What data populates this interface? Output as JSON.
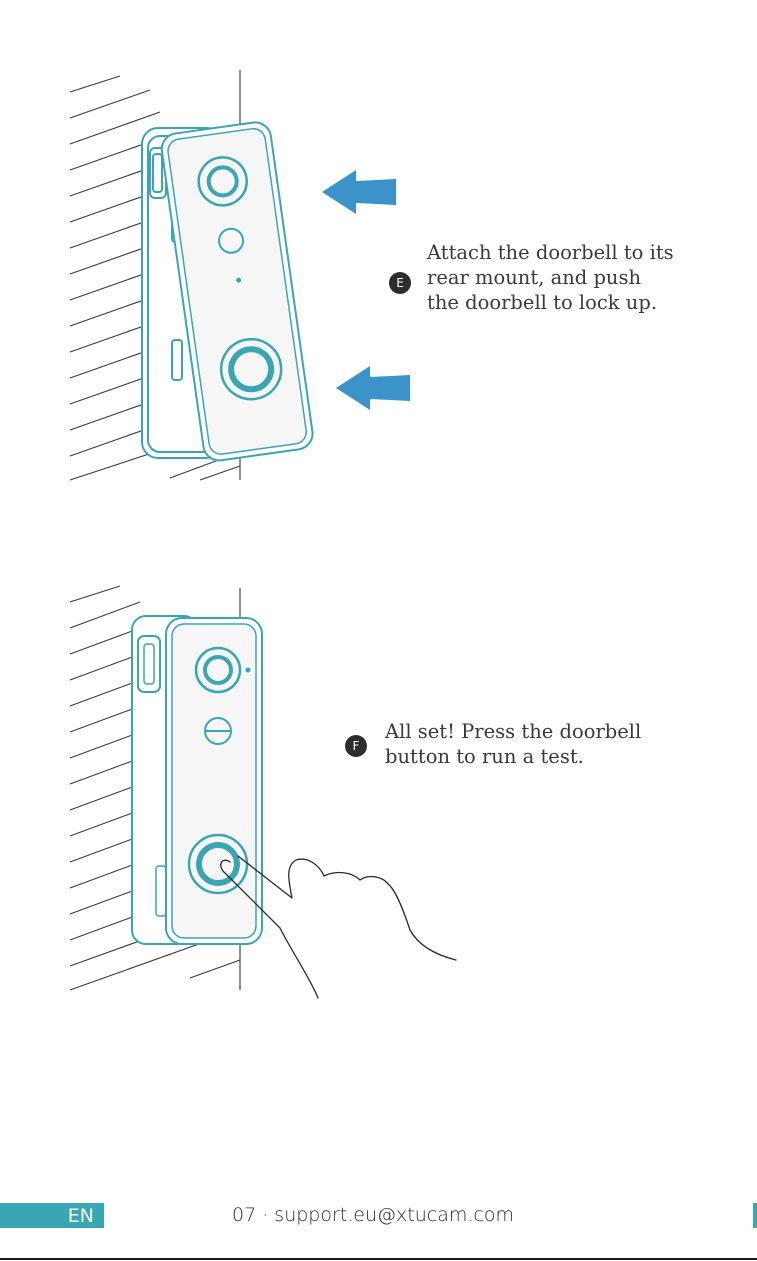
{
  "steps": [
    {
      "badge": "E",
      "lines": [
        "Attach the doorbell to its",
        "rear mount, and push",
        "the doorbell to lock up."
      ]
    },
    {
      "badge": "F",
      "lines": [
        "All set! Press the doorbell",
        "button to run a test."
      ]
    }
  ],
  "footer": {
    "language": "EN",
    "page_text": "07 · support.eu@xtucam.com"
  },
  "colors": {
    "accent": "#3aa6b3",
    "arrow": "#3b93c9",
    "badge": "#2d2d2d",
    "text": "#3a3a3a"
  }
}
